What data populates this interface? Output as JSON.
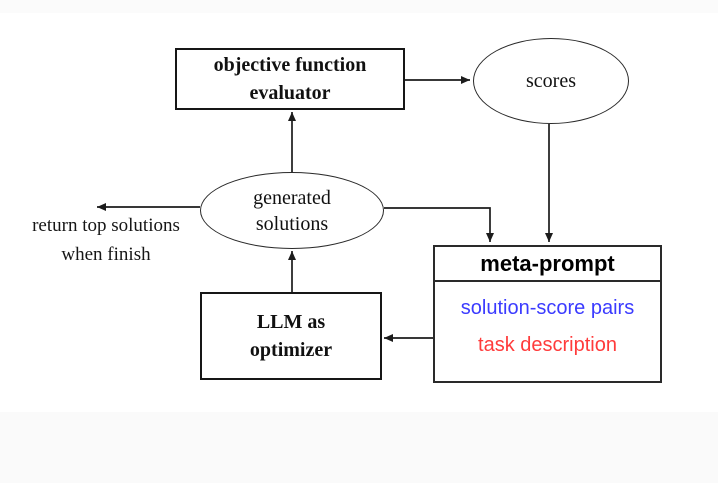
{
  "diagram": {
    "nodes": {
      "evaluator": {
        "line1": "objective function",
        "line2": "evaluator"
      },
      "scores": {
        "label": "scores"
      },
      "generated_solutions": {
        "line1": "generated",
        "line2": "solutions"
      },
      "llm_optimizer": {
        "line1": "LLM as",
        "line2": "optimizer"
      },
      "meta_prompt": {
        "title": "meta-prompt",
        "items": [
          {
            "label": "solution-score pairs",
            "color": "#3b3bff"
          },
          {
            "label": "task description",
            "color": "#ff3b3b"
          }
        ]
      }
    },
    "annotations": {
      "return_note": {
        "line1": "return top solutions",
        "line2": "when finish"
      }
    },
    "colors": {
      "wire": "#1c1c1c",
      "node_border": "#161616",
      "solution_score_pairs_text": "#3b3bff",
      "task_description_text": "#ff3b3b",
      "background": "#ffffff",
      "bottom_band": "#fafafa"
    }
  }
}
